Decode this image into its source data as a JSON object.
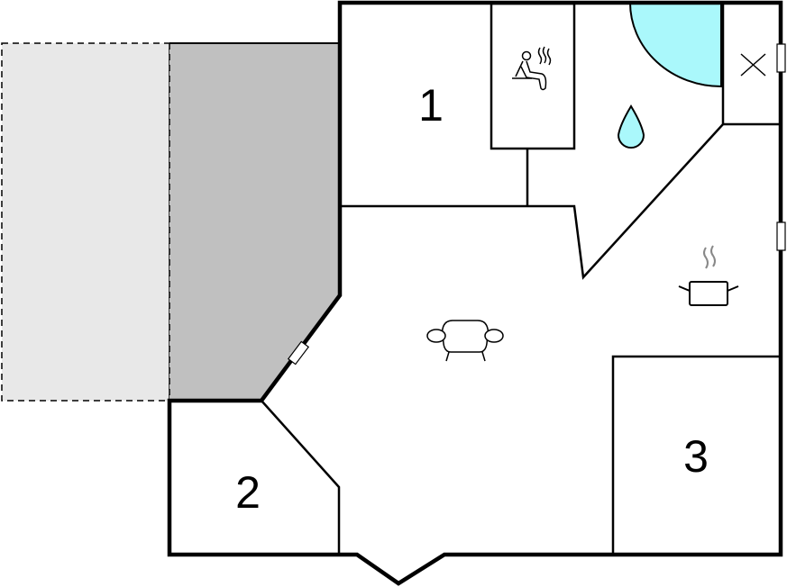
{
  "plan": {
    "rooms": [
      {
        "label": "1"
      },
      {
        "label": "2"
      },
      {
        "label": "3"
      }
    ],
    "icons": [
      "sauna-icon",
      "shower-drop-icon",
      "toilet-x-icon",
      "kitchen-pot-icon",
      "sofa-icon"
    ],
    "colors": {
      "terrace": "#e8e8e8",
      "covered_terrace": "#c0c0c0",
      "water": "#aaf8fb",
      "wall": "#000000"
    }
  }
}
